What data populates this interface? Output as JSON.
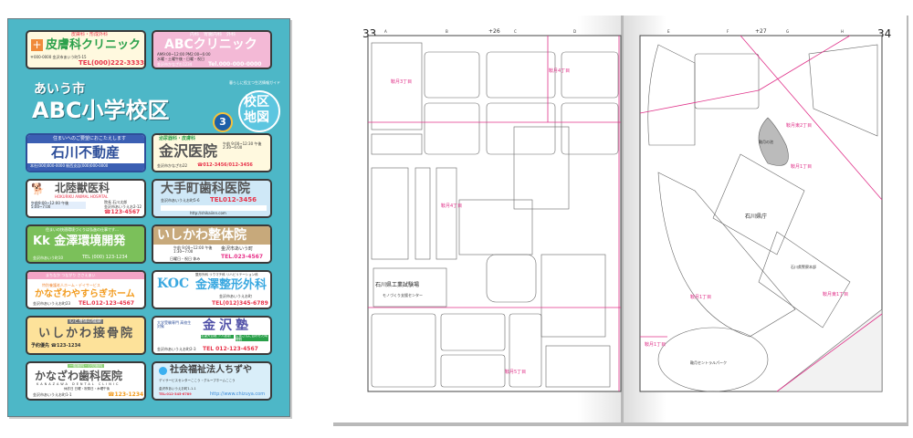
{
  "cover": {
    "city": "あいう市",
    "district": "ABC小学校区",
    "badge": {
      "line1": "校区",
      "line2": "地図",
      "volume": "3",
      "tagline": "暮らしに役立つ生活情報ガイド"
    },
    "bg_color": "#4db7c7",
    "ads": [
      {
        "category": "皮膚科・形成外科",
        "name": "皮膚科クリニック",
        "address": "〒000-0000 金沢市あいう町5-15",
        "tel": "TEL(000)222-3333"
      },
      {
        "category": "内科　胃腸内科　外科",
        "name": "ABCクリニック",
        "hours": "AM9:00~12:00 PM2:00~6:00",
        "closed": "水曜・土曜午後・日曜・祝日",
        "address": "金沢市かなざわ1234",
        "tel": "Tel.000-000-0000"
      },
      {
        "tagline": "住まいへのご要望におこたえします",
        "name": "石川不動産",
        "address": "本社(000)000-0000 駅西支店(000)000-0000"
      },
      {
        "category": "泌尿器科・皮膚科",
        "name": "金沢医院",
        "hours": "午前 9:00~12:30 午後 2:30~6:00",
        "address": "金沢市かなざわ22",
        "tel": "☎012-3456/012-3456"
      },
      {
        "name": "北陸獣医科",
        "english": "HOKURIKU ANIMAL HOSPITAL",
        "hours": "午前9:00~12:00 午後5:00~7:00",
        "director": "院長 石川太郎",
        "address": "金沢市あいうえお2-12",
        "tel": "☎123-4567"
      },
      {
        "name": "大手町歯科医院",
        "address": "金沢市あいうえお町5-6",
        "tel": "TEL012-3456",
        "url": "http://shikaiinn.com"
      },
      {
        "tagline": "住まいの快適環境づくりは弘進の仕事です…",
        "name": "金澤環境開発",
        "logo": "Kk",
        "address": "金沢市あいう町10",
        "tel": "TEL (000) 123-1234"
      },
      {
        "name": "いしかわ整体院",
        "hours": "午前 9:00~12:00 午後 1:30~7:00",
        "closed": "日曜日・祝日 休み",
        "address": "金沢市あいう町",
        "tel": "TEL.023-4567"
      },
      {
        "tagline": "まちなか つながり ささえあい",
        "sub": "特別養護老人ホーム・デイサービス",
        "name": "かなざわやすらぎホーム",
        "address": "金沢市あいうえお町23",
        "tel": "TEL.012-123-4567"
      },
      {
        "logo": "KOC",
        "category": "整形外科 リウマチ科 リハビリテーション科",
        "name": "金澤整形外科",
        "address": "金沢市あいうえお町",
        "tel": "TEL(012)345-6789"
      },
      {
        "tagline": "心と身体の健康",
        "name": "いしかわ接骨院",
        "tel": "予約優先 ☎123-1234"
      },
      {
        "category": "大学受験専門 高校生対象",
        "name": "金沢塾",
        "btn1": "志望大合格 少人数制",
        "btn2": "生徒さんに合わせた時間割",
        "address": "金沢市あいうえお町2-3",
        "tel": "TEL 012-123-4567"
      },
      {
        "tagline": "一般歯科・小児歯科",
        "name": "かなざわ歯科医院",
        "english": "KANAZAWA DENTAL CLINIC",
        "closed": "休診日 日曜・祝祭日・木曜午後",
        "address": "金沢市あいうえお町1-1",
        "tel": "☎123-1234"
      },
      {
        "name": "社会福祉法人ちずや",
        "desc": "デイサービスセンターここう・グループホームここう",
        "address": "金沢市あいうえお町1-1-1",
        "tel": "TEL:012-345-6789",
        "url": "http://www.chizuya.com"
      }
    ]
  },
  "map": {
    "left_page": "33",
    "right_page": "34",
    "left_col": "+26",
    "right_col": "+27",
    "left_cols": [
      "A",
      "B",
      "C",
      "D"
    ],
    "right_cols": [
      "E",
      "F",
      "G",
      "H"
    ],
    "labels": {
      "kura3": "鞍月3丁目",
      "kura4": "鞍月4丁目",
      "kura1": "鞍月1丁目",
      "kura5": "鞍月5丁目",
      "kura1b": "鞍月1丁目",
      "kurahigashi2": "鞍月東2丁目",
      "kura1c": "鞍月1丁目",
      "kurahigashi1": "鞍月東1丁目",
      "nishiki4": "鞍月4丁目",
      "kogyo": "石川県工業試験場",
      "monozukuri": "モノづくり支援センター",
      "park": "鞍月セントラルパーク",
      "pref": "石川県庁",
      "police": "石川県警察本部",
      "pond": "鞍月の池"
    },
    "pink_color": "#e0338a"
  }
}
